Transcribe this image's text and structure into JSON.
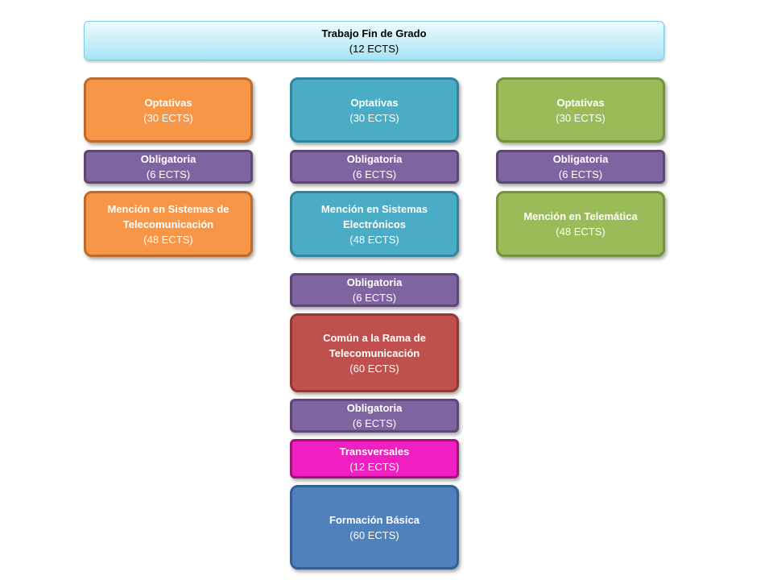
{
  "top": {
    "title": "Trabajo Fin de Grado",
    "credits": "(12 ECTS)"
  },
  "left": {
    "optativas": {
      "title": "Optativas",
      "credits": "(30 ECTS)"
    },
    "obligatoria": {
      "title": "Obligatoria",
      "credits": "(6 ECTS)"
    },
    "mencion": {
      "title": "Mención en Sistemas de Telecomunicación",
      "credits": "(48 ECTS)"
    }
  },
  "middle": {
    "optativas": {
      "title": "Optativas",
      "credits": "(30 ECTS)"
    },
    "obligatoria": {
      "title": "Obligatoria",
      "credits": "(6 ECTS)"
    },
    "mencion": {
      "title": "Mención en Sistemas Electrónicos",
      "credits": "(48 ECTS)"
    }
  },
  "right": {
    "optativas": {
      "title": "Optativas",
      "credits": "(30 ECTS)"
    },
    "obligatoria": {
      "title": "Obligatoria",
      "credits": "(6 ECTS)"
    },
    "mencion": {
      "title": "Mención en Telemática",
      "credits": "(48 ECTS)"
    }
  },
  "trunk": {
    "obligatoria_1": {
      "title": "Obligatoria",
      "credits": "(6 ECTS)"
    },
    "comun": {
      "title": "Común a la Rama de Telecomunicación",
      "credits": "(60 ECTS)"
    },
    "obligatoria_2": {
      "title": "Obligatoria",
      "credits": "(6 ECTS)"
    },
    "transversales": {
      "title": "Transversales",
      "credits": "(12 ECTS)"
    },
    "basica": {
      "title": "Formación Básica",
      "credits": "(60 ECTS)"
    }
  }
}
